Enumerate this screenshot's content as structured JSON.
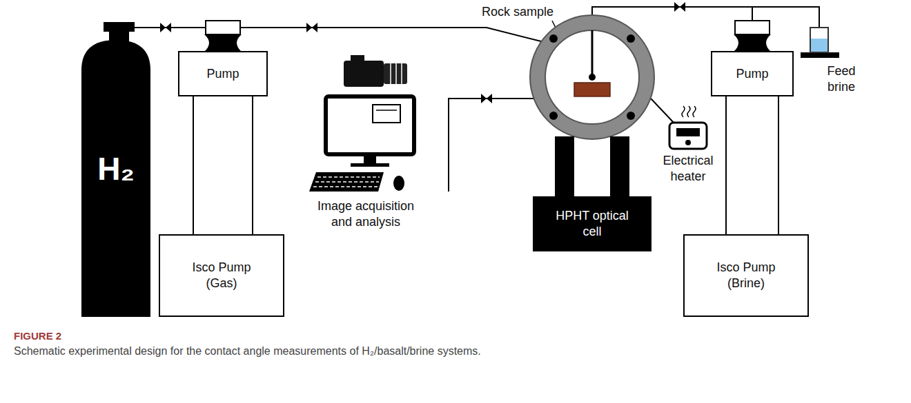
{
  "diagram": {
    "caption": "Schematic experimental design for the contact angle measurements of H₂/basalt/brine systems.",
    "nodes": [
      {
        "text": [
          "H₂"
        ]
      },
      {
        "text": [
          "Pump"
        ]
      },
      {
        "text": [
          "Isco Pump (Gas)"
        ]
      },
      {
        "text": [
          "HPHT optical cell"
        ]
      },
      {
        "text": [
          "Pump"
        ]
      },
      {
        "text": [
          "Isco Pump (Brine)"
        ]
      },
      {
        "text": [
          "Feed brine"
        ]
      }
    ],
    "edges": [
      {
        "from": 0,
        "to": 1,
        "arrow": "none"
      },
      {
        "from": 1,
        "to": 3,
        "arrow": "none"
      },
      {
        "from": 1,
        "to": 2,
        "arrow": "none"
      },
      {
        "from": 3,
        "to": 4,
        "arrow": "none"
      },
      {
        "from": 3,
        "to": 6,
        "arrow": "none"
      },
      {
        "from": 4,
        "to": 5,
        "arrow": "none"
      }
    ],
    "labels": [
      "Rock sample",
      "Image acquisition and analysis",
      "Electrical heater",
      "FIGURE 2"
    ]
  }
}
